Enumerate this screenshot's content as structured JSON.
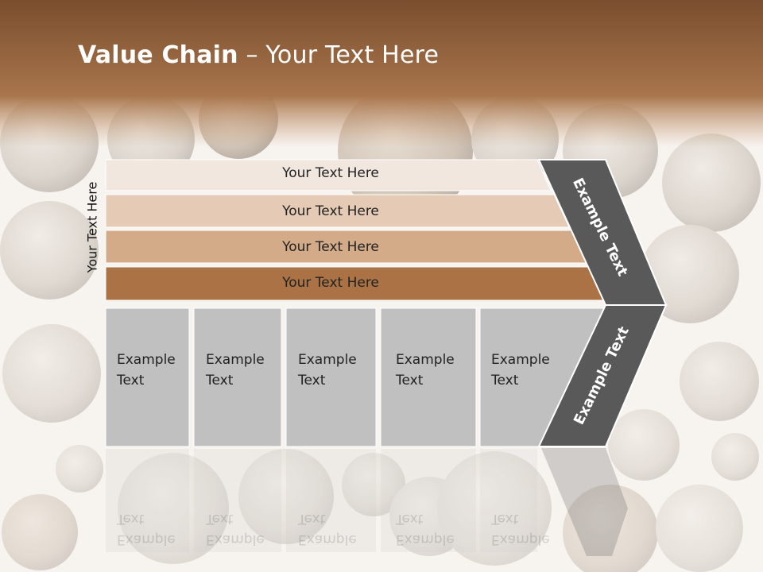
{
  "slide": {
    "title_bold": "Value Chain",
    "title_rest": " – Your Text Here",
    "side_label": "Your Text Here"
  },
  "rows": [
    {
      "label": "Your Text Here",
      "color": "#f1e7df"
    },
    {
      "label": "Your Text Here",
      "color": "#e5cbb5"
    },
    {
      "label": "Your Text Here",
      "color": "#d3ab89"
    },
    {
      "label": "Your Text Here",
      "color": "#ab7345"
    }
  ],
  "boxes": [
    {
      "label": "Example\nText"
    },
    {
      "label": "Example\nText"
    },
    {
      "label": "Example\nText"
    },
    {
      "label": "Example\nText"
    },
    {
      "label": "Example\nText"
    }
  ],
  "chevron": {
    "upper_label": "Example Text",
    "lower_label": "Example Text",
    "color": "#595959"
  },
  "colors": {
    "header_brown": "#8a5a33",
    "box_gray": "#c0c0c0"
  }
}
